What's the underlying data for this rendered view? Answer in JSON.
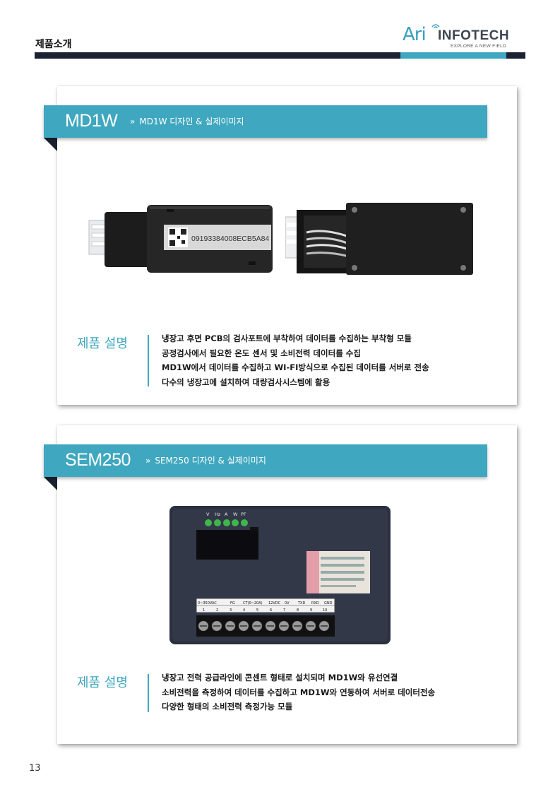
{
  "header": {
    "section_title": "제품소개",
    "logo": {
      "ari": "Ari",
      "brand": "INFOTECH",
      "tagline": "EXPLORE A NEW FIELD"
    },
    "colors": {
      "accent": "#3fa7bf",
      "dark": "#1b2231"
    }
  },
  "products": [
    {
      "model": "MD1W",
      "subtitle": "MD1W 디자인 & 실제이미지",
      "device_label": "09193384008ECB5A84",
      "desc_label": "제품 설명",
      "desc": [
        "냉장고 후면 PCB의 검사포트에 부착하여 데이터를 수집하는 부착형 모듈",
        "공정검사에서 필요한 온도 센서 및 소비전력 데이터를 수집",
        "MD1W에서 데이터를 수집하고 WI-FI방식으로 수집된 데이터를 서버로 전송",
        "다수의 냉장고에 설치하여 대량검사시스템에 활용"
      ]
    },
    {
      "model": "SEM250",
      "subtitle": "SEM250 디자인 & 실제이미지",
      "led_labels": [
        "V",
        "Hz",
        "A",
        "W",
        "PF"
      ],
      "terminal_headers": [
        "0~350VAC",
        "FG",
        "CT(0~20A)",
        "12VDC",
        "0V",
        "TXD",
        "RXD",
        "GND"
      ],
      "terminal_numbers": [
        "1",
        "2",
        "3",
        "4",
        "5",
        "6",
        "7",
        "8",
        "9",
        "10"
      ],
      "desc_label": "제품 설명",
      "desc": [
        "냉장고 전력 공급라인에 콘센트 형태로 설치되며 MD1W와 유선연결",
        "소비전력을 측정하여 데이터를 수집하고 MD1W와 연동하여 서버로 데이터전송",
        "다양한 형태의 소비전력 측정가능 모듈"
      ]
    }
  ],
  "chevron": "»",
  "page_number": "13"
}
